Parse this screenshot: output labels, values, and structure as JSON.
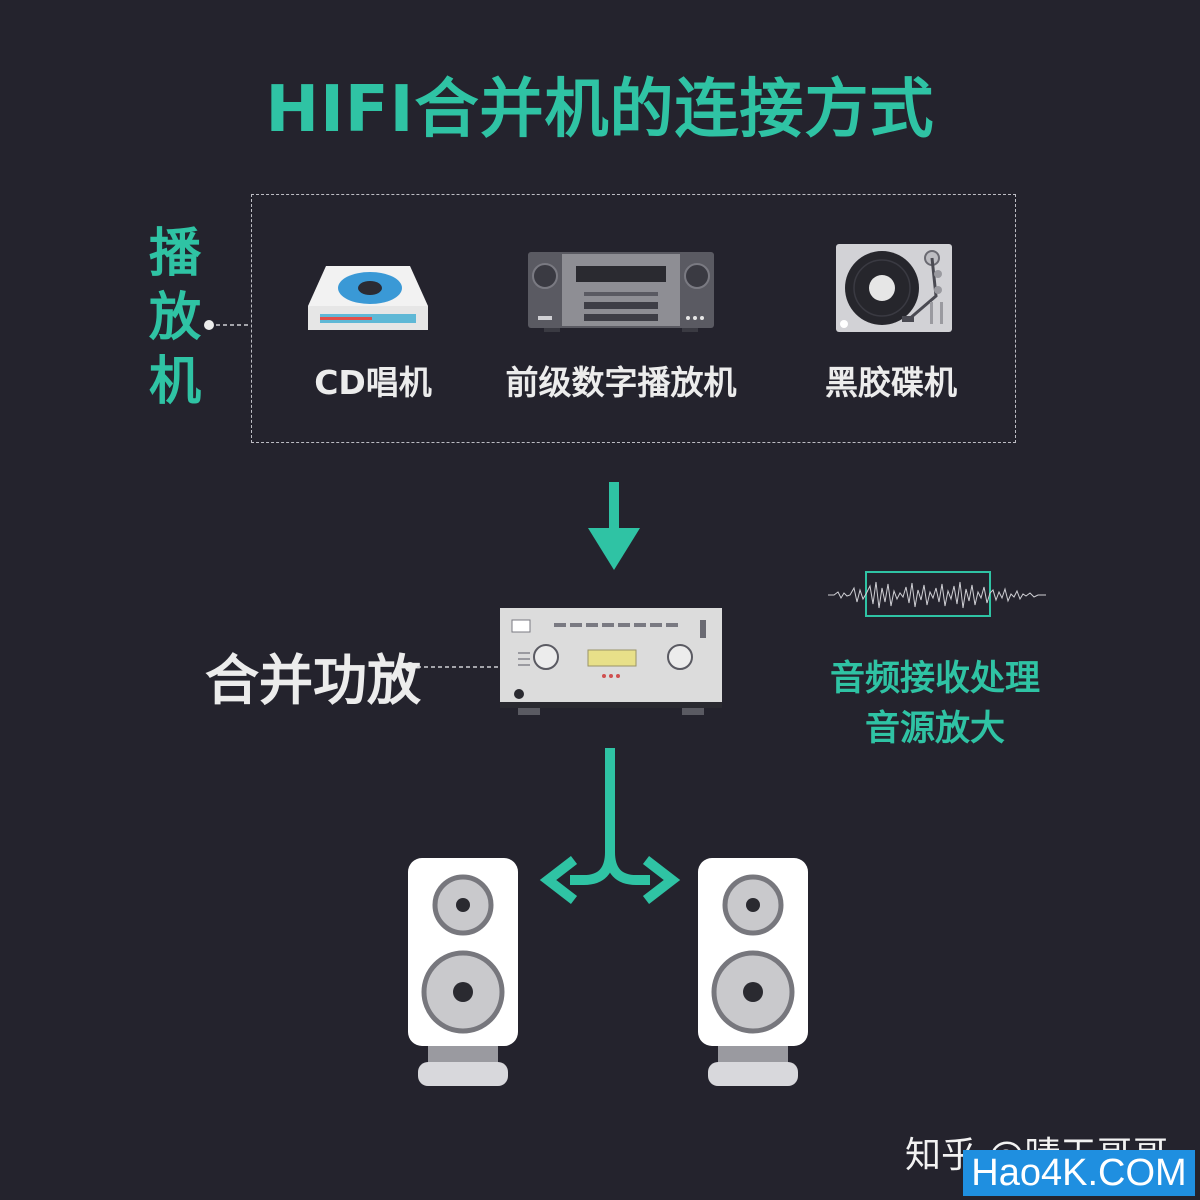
{
  "title": "HIFI合并机的连接方式",
  "colors": {
    "background": "#24232d",
    "accent": "#2fc3a4",
    "label": "#ececec",
    "device_light": "#dcdcdc",
    "device_mid": "#9a9aa0",
    "device_dark": "#4a4a52"
  },
  "players": {
    "label_chars": [
      "播",
      "放",
      "机"
    ],
    "devices": [
      {
        "icon": "cd-player-icon",
        "label": "CD唱机"
      },
      {
        "icon": "preamp-digital-player-icon",
        "label": "前级数字播放机"
      },
      {
        "icon": "turntable-icon",
        "label": "黑胶碟机"
      }
    ]
  },
  "amplifier": {
    "icon": "integrated-amplifier-icon",
    "label": "合并功放"
  },
  "process": {
    "icon": "audio-waveform-icon",
    "line1": "音频接收处理",
    "line2": "音源放大"
  },
  "speakers": {
    "icon": "speaker-icon",
    "count": 2
  },
  "watermarks": {
    "zhihu": "知乎 @晴天哥哥",
    "site": "Hao4K.COM"
  }
}
